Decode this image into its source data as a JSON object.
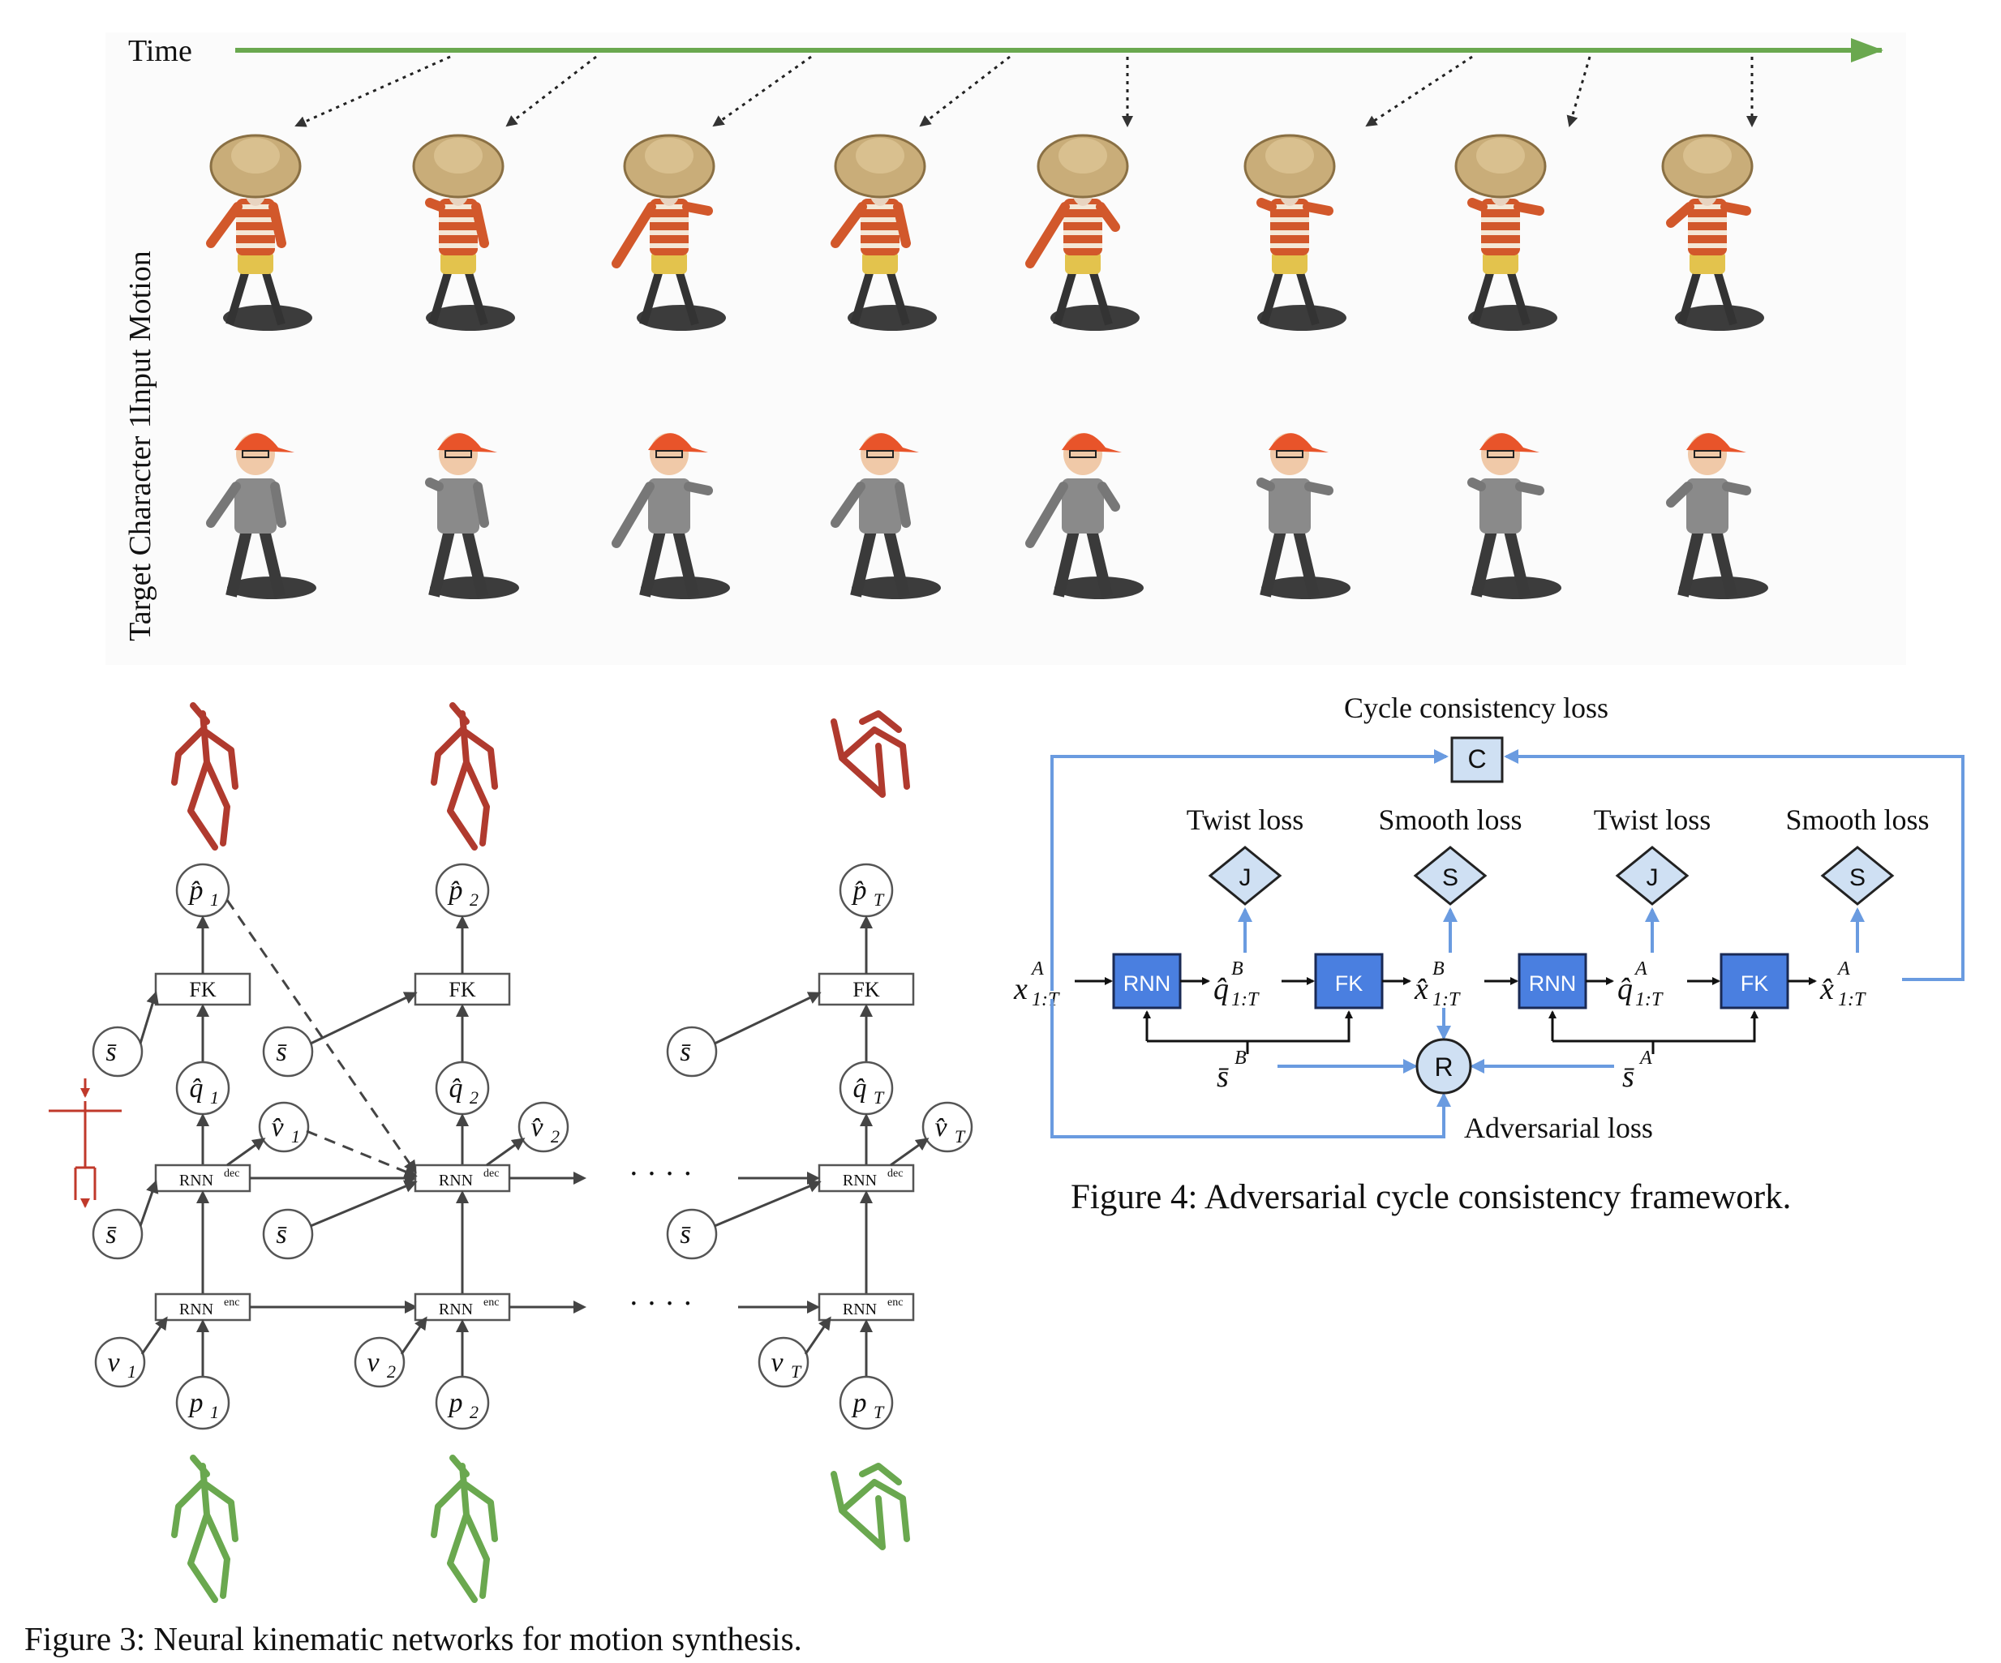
{
  "top": {
    "time_label": "Time",
    "row_labels": [
      "Input Motion",
      "Target Character 1"
    ],
    "frame_count": 8,
    "colors": {
      "time_arrow": "#6aa84f",
      "hat": "#c9ad79",
      "stripes": "#d2582b",
      "cap": "#e8542a",
      "jacket": "#8a8a8a",
      "shadow": "#1a1a1a"
    }
  },
  "fig3": {
    "caption": "Figure 3: Neural kinematic networks for motion synthesis.",
    "columns": [
      {
        "p_hat": "p̂",
        "p_hat_sub": "1",
        "fk": "FK",
        "s_bar": "s̄",
        "q_hat": "q̂",
        "q_hat_sub": "1",
        "v_hat": "v̂",
        "v_hat_sub": "1",
        "rnn_dec": "RNN",
        "rnn_dec_sup": "dec",
        "rnn_enc": "RNN",
        "rnn_enc_sup": "enc",
        "v": "v",
        "v_sub": "1",
        "p": "p",
        "p_sub": "1"
      },
      {
        "p_hat": "p̂",
        "p_hat_sub": "2",
        "fk": "FK",
        "s_bar": "s̄",
        "q_hat": "q̂",
        "q_hat_sub": "2",
        "v_hat": "v̂",
        "v_hat_sub": "2",
        "rnn_dec": "RNN",
        "rnn_dec_sup": "dec",
        "rnn_enc": "RNN",
        "rnn_enc_sup": "enc",
        "v": "v",
        "v_sub": "2",
        "p": "p",
        "p_sub": "2"
      },
      {
        "p_hat": "p̂",
        "p_hat_sub": "T",
        "fk": "FK",
        "s_bar": "s̄",
        "q_hat": "q̂",
        "q_hat_sub": "T",
        "v_hat": "v̂",
        "v_hat_sub": "T",
        "rnn_dec": "RNN",
        "rnn_dec_sup": "dec",
        "rnn_enc": "RNN",
        "rnn_enc_sup": "enc",
        "v": "v",
        "v_sub": "T",
        "p": "p",
        "p_sub": "T"
      }
    ],
    "extra_s_bar": "s̄",
    "ellipsis": "· · · ·",
    "colors": {
      "output_skeleton": "#b03a2e",
      "input_skeleton": "#6aa84f",
      "mid_skeleton": "#c0392b",
      "line": "#444444"
    }
  },
  "fig4": {
    "cycle_label": "Cycle consistency loss",
    "c_box": "C",
    "losses": [
      {
        "label": "Twist loss",
        "symbol": "J"
      },
      {
        "label": "Smooth loss",
        "symbol": "S"
      },
      {
        "label": "Twist loss",
        "symbol": "J"
      },
      {
        "label": "Smooth loss",
        "symbol": "S"
      }
    ],
    "x_in": {
      "base": "x",
      "sup": "A",
      "sub": "1:T"
    },
    "q_b": {
      "base": "q̂",
      "sup": "B",
      "sub": "1:T"
    },
    "x_b": {
      "base": "x̂",
      "sup": "B",
      "sub": "1:T"
    },
    "q_a": {
      "base": "q̂",
      "sup": "A",
      "sub": "1:T"
    },
    "x_out": {
      "base": "x̂",
      "sup": "A",
      "sub": "1:T"
    },
    "rnn_label": "RNN",
    "fk_label": "FK",
    "r_label": "R",
    "s_b": {
      "base": "s̄",
      "sup": "B"
    },
    "s_a": {
      "base": "s̄",
      "sup": "A"
    },
    "adv_label": "Adversarial loss",
    "caption": "Figure 4: Adversarial cycle consistency framework.",
    "colors": {
      "blue_box": "#4a7fe0",
      "light_box": "#cfe0f3",
      "blue_line": "#6a9be0",
      "black": "#111111"
    }
  }
}
